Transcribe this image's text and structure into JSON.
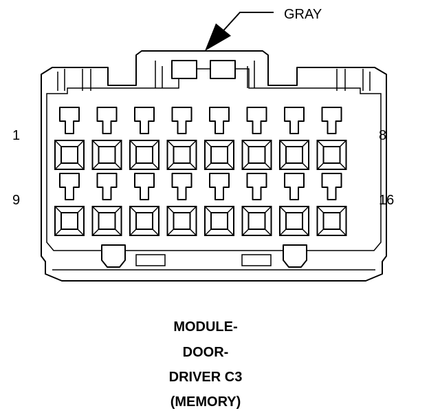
{
  "connector": {
    "color_label": "GRAY",
    "pin_labels": {
      "top_left": "1",
      "top_right": "8",
      "bottom_left": "9",
      "bottom_right": "16"
    },
    "title_lines": [
      "MODULE-",
      "DOOR-",
      "DRIVER C3",
      "(MEMORY)"
    ]
  }
}
